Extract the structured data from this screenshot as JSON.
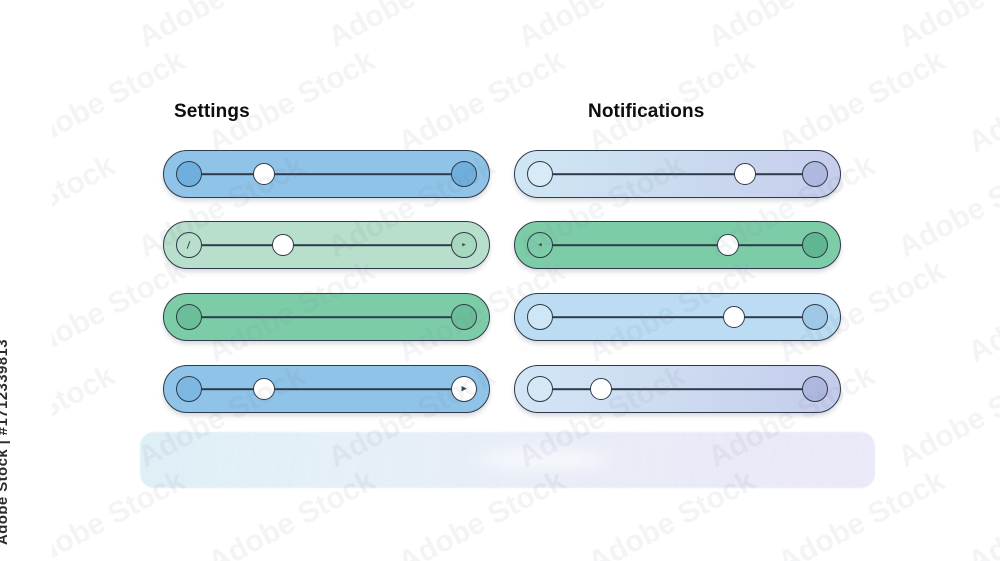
{
  "watermark": {
    "credit": "Adobe Stock | #1712339813",
    "ghost_label": "Adobe Stock"
  },
  "columns": [
    {
      "key": "settings",
      "title": "Settings"
    },
    {
      "key": "notifications",
      "title": "Notifications"
    }
  ],
  "colors": {
    "outline": "#2f3b4a",
    "handle_fill": "#ffffff",
    "blue_mid": "#8FC3E8",
    "blue_light": "#BBDCF3",
    "blue_lavender": "#C6CDEC",
    "green_mid": "#7DCCA8",
    "green_light": "#B8DFCB",
    "page_background": "#ffffff"
  },
  "settings_sliders": [
    {
      "name": "settings-slider-1",
      "fill": "#8FC3E8",
      "start_fill": "#6FAFDD",
      "end_fill": "#6FAFDD",
      "start_glyph": "",
      "end_glyph": "",
      "handle_percent": 27,
      "handle_visible": true
    },
    {
      "name": "settings-slider-2",
      "fill": "#B8DFCB",
      "start_fill": "#B8DFCB",
      "end_fill": "#A6D7BF",
      "start_glyph": "tick",
      "end_glyph": "▸",
      "handle_percent": 34,
      "handle_visible": true
    },
    {
      "name": "settings-slider-3",
      "fill": "#7DCCA8",
      "start_fill": "#6BBF98",
      "end_fill": "#6BBF98",
      "start_glyph": "",
      "end_glyph": "",
      "handle_percent": 0,
      "handle_visible": false
    },
    {
      "name": "settings-slider-4",
      "fill": "#8FC3E8",
      "start_fill": "#7CB8E2",
      "end_fill": "#FFFFFF",
      "start_glyph": "",
      "end_glyph": "▶",
      "handle_percent": 27,
      "handle_visible": true
    }
  ],
  "notifications_sliders": [
    {
      "name": "notifications-slider-1",
      "fill": "linear-gradient(100deg,#CFE6F4 0%,#CBDCF0 45%,#C6CDEC 100%)",
      "start_fill": "#D8EAF6",
      "end_fill": "#AFB9E0",
      "start_glyph": "",
      "end_glyph": "",
      "handle_percent": 74,
      "handle_visible": true
    },
    {
      "name": "notifications-slider-2",
      "fill": "#7DCCA8",
      "start_fill": "#7DCCA8",
      "end_fill": "#5FB691",
      "start_glyph": "◂",
      "end_glyph": "",
      "handle_percent": 68,
      "handle_visible": true
    },
    {
      "name": "notifications-slider-3",
      "fill": "#BBDCF3",
      "start_fill": "#CFE6F6",
      "end_fill": "#9EC8E6",
      "start_glyph": "",
      "end_glyph": "",
      "handle_percent": 70,
      "handle_visible": true
    },
    {
      "name": "notifications-slider-4",
      "fill": "linear-gradient(100deg,#D2E6F6 0%,#CDDBF1 50%,#C4CBEB 100%)",
      "start_fill": "#D6E8F6",
      "end_fill": "#AEB8DF",
      "start_glyph": "",
      "end_glyph": "",
      "handle_percent": 22,
      "handle_visible": true
    }
  ],
  "bottom_bar": {
    "name": "frosted-panel",
    "label": ""
  }
}
